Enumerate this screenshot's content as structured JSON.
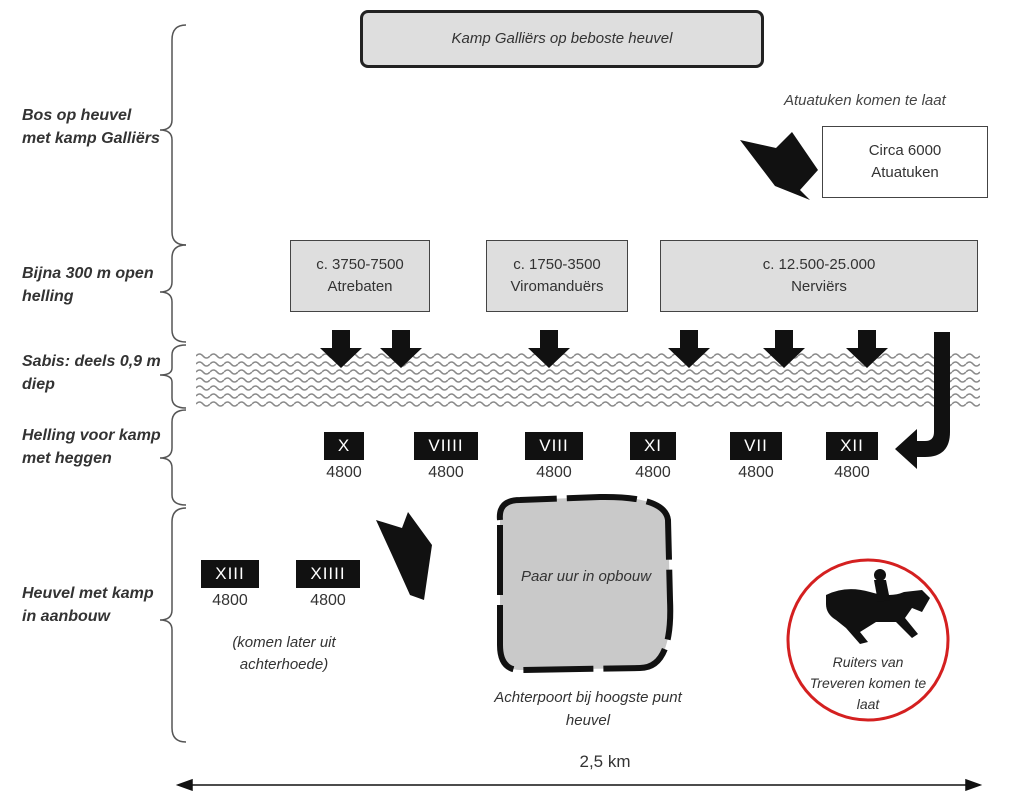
{
  "title_box": "Kamp Galliërs op beboste heuvel",
  "zones": [
    {
      "id": "bos",
      "label": "Bos op heuvel met kamp Galliërs"
    },
    {
      "id": "helling",
      "label": "Bijna 300 m open helling"
    },
    {
      "id": "sabis",
      "label": "Sabis: deels 0,9 m diep"
    },
    {
      "id": "heggen",
      "label": "Helling voor kamp met heggen"
    },
    {
      "id": "aanbouw",
      "label": "Heuvel met kamp in aanbouw"
    }
  ],
  "atuatuken": {
    "note": "Atuatuken komen te laat",
    "count": "Circa 6000",
    "name": "Atuatuken"
  },
  "tribes": [
    {
      "count": "c. 3750-7500",
      "name": "Atrebaten"
    },
    {
      "count": "c. 1750-3500",
      "name": "Viromanduërs"
    },
    {
      "count": "c. 12.500-25.000",
      "name": "Nerviërs"
    }
  ],
  "legions_front": [
    {
      "numeral": "X",
      "strength": "4800"
    },
    {
      "numeral": "VIIII",
      "strength": "4800"
    },
    {
      "numeral": "VIII",
      "strength": "4800"
    },
    {
      "numeral": "XI",
      "strength": "4800"
    },
    {
      "numeral": "VII",
      "strength": "4800"
    },
    {
      "numeral": "XII",
      "strength": "4800"
    }
  ],
  "legions_rear": [
    {
      "numeral": "XIII",
      "strength": "4800"
    },
    {
      "numeral": "XIIII",
      "strength": "4800"
    }
  ],
  "rear_note": "(komen later uit achterhoede)",
  "camp": {
    "inside": "Paar uur in opbouw",
    "below": "Achterpoort bij hoogste punt heuvel"
  },
  "treveri": "Ruiters van Treveren komen te laat",
  "scale": "2,5 km",
  "colors": {
    "box_fill": "#dedede",
    "river": "#9a9a9a",
    "circle": "#d42020",
    "dark": "#111111"
  }
}
